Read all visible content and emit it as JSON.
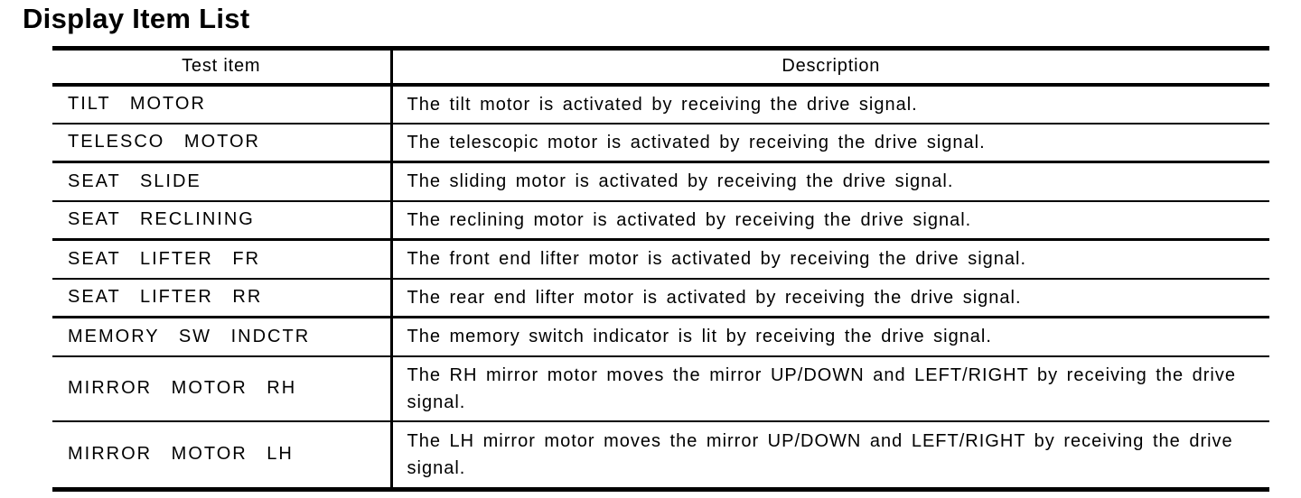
{
  "page_title": "Display Item List",
  "colors": {
    "text": "#000000",
    "border": "#000000",
    "background": "#ffffff"
  },
  "table": {
    "headers": {
      "test_item": "Test item",
      "description": "Description"
    },
    "rows": [
      {
        "item": "TILT MOTOR",
        "description": "The tilt motor is activated by receiving the drive signal."
      },
      {
        "item": "TELESCO MOTOR",
        "description": "The telescopic motor is activated by receiving the drive signal."
      },
      {
        "item": "SEAT SLIDE",
        "description": "The sliding motor is activated by receiving the drive signal."
      },
      {
        "item": "SEAT RECLINING",
        "description": "The reclining motor is activated by receiving the drive signal."
      },
      {
        "item": "SEAT LIFTER FR",
        "description": "The front end lifter motor is activated by receiving the drive signal."
      },
      {
        "item": "SEAT LIFTER RR",
        "description": "The rear end lifter motor is activated by receiving the drive signal."
      },
      {
        "item": "MEMORY SW INDCTR",
        "description": "The memory switch indicator is lit by receiving the drive signal."
      },
      {
        "item": "MIRROR MOTOR RH",
        "description": "The RH mirror motor moves the mirror UP/DOWN and LEFT/RIGHT by receiving the drive signal."
      },
      {
        "item": "MIRROR MOTOR LH",
        "description": "The LH mirror motor moves the mirror UP/DOWN and LEFT/RIGHT by receiving the drive signal."
      }
    ]
  }
}
